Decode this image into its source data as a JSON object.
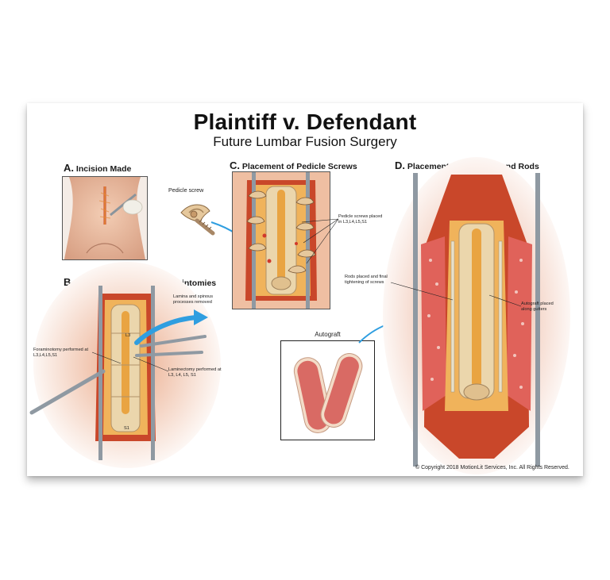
{
  "title": "Plaintiff v. Defendant",
  "subtitle": "Future Lumbar Fusion Surgery",
  "panels": {
    "a": {
      "letter": "A.",
      "label": "Incision Made"
    },
    "b": {
      "letter": "B.",
      "label": "Laminectomies and Foramintomies"
    },
    "c": {
      "letter": "C.",
      "label": "Placement of Pedicle Screws"
    },
    "d": {
      "letter": "D.",
      "label": "Placement of Autograft and Rods"
    }
  },
  "callouts": {
    "pedicle_screw": "Pedicle screw",
    "pedicle_screws_placed_1": "Pedicle screws placed",
    "pedicle_screws_placed_2": "in L3,L4,L5,S1",
    "lamina_1": "Lamina and spinous",
    "lamina_2": "processes removed",
    "foraminotomy_1": "Foraminotomy performed at",
    "foraminotomy_2": "L3,L4,L5,S1",
    "laminectomy_1": "Laminectomy  performed at",
    "laminectomy_2": "L3, L4, L5, S1",
    "autograft": "Autograft",
    "rods_1": "Rods placed and final",
    "rods_2": "tightening of screws",
    "autograft_gutters_1": "Autograft placed",
    "autograft_gutters_2": "along gutters",
    "level_l3": "L3",
    "level_s1": "S1"
  },
  "copyright": "© Copyright 2018 MotionLit Services, Inc. All Rights Reserved.",
  "colors": {
    "tissue": "#e9a583",
    "flesh": "#d9542f",
    "bone": "#e9d3a8",
    "graft": "#e0625a",
    "arrow": "#2f9ee0",
    "retractor": "#9aa4ad"
  }
}
